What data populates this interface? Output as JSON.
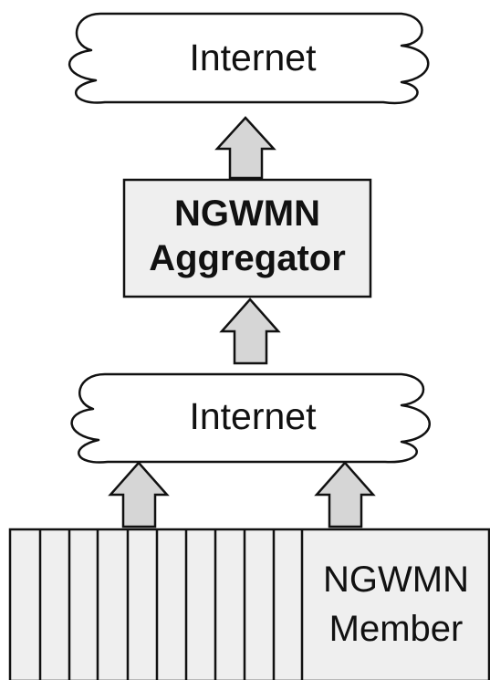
{
  "diagram": {
    "top_cloud": {
      "label": "Internet"
    },
    "aggregator": {
      "line1": "NGWMN",
      "line2": "Aggregator"
    },
    "bottom_cloud": {
      "label": "Internet"
    },
    "member": {
      "line1": "NGWMN",
      "line2": "Member"
    }
  },
  "colors": {
    "box_fill": "#efefef",
    "arrow_fill": "#d6d6d6",
    "stroke": "#111111"
  }
}
